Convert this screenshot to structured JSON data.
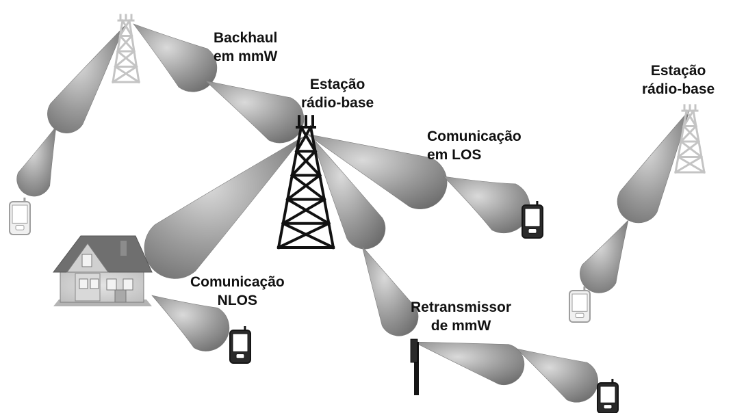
{
  "labels": {
    "backhaul": {
      "line1": "Backhaul",
      "line2": "em mmW"
    },
    "main_station": {
      "line1": "Estação",
      "line2": "rádio-base"
    },
    "remote_station": {
      "line1": "Estação",
      "line2": "rádio-base"
    },
    "los": {
      "line1": "Comunicação",
      "line2": "em LOS"
    },
    "nlos": {
      "line1": "Comunicação",
      "line2": "NLOS"
    },
    "relay": {
      "line1": "Retransmissor",
      "line2": "de mmW"
    }
  },
  "icons": [
    "main-base-station-tower-icon",
    "faded-base-station-tower-icon",
    "remote-base-station-tower-icon",
    "house-icon",
    "relay-mast-icon",
    "mobile-phone-icon"
  ],
  "colors": {
    "beam_light": "#d8d8d8",
    "beam_dark": "#6e6e6e",
    "tower_dark": "#111111",
    "tower_faded": "#c4c4c4",
    "text": "#111111"
  }
}
